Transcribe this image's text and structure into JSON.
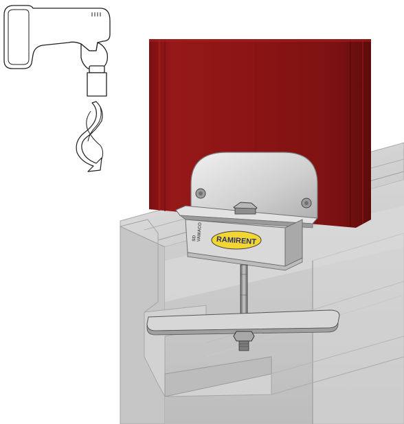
{
  "figure": {
    "brand_label": "RAMIRENT",
    "stamp_line1": "SD",
    "stamp_line2": "VAMACO"
  },
  "colors": {
    "panel_red": "#8e1414",
    "panel_red_dark": "#6a0d0d",
    "steel_light": "#dcdcdc",
    "steel_mid": "#b9b9b9",
    "steel_dark": "#8d8d8d",
    "profile_grey": "#cfcfcf",
    "badge_yellow": "#f2d633",
    "badge_text": "#2a2f6e",
    "line_dark": "#2a2a2a"
  },
  "icons": {
    "drill": "cordless-drill-icon",
    "rotation": "clockwise-rotation-arrow-icon"
  }
}
